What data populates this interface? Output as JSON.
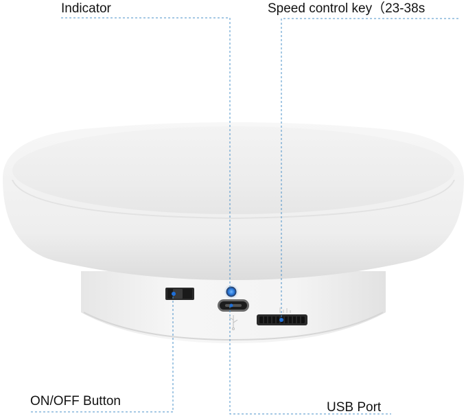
{
  "callouts": {
    "indicator": "Indicator",
    "speed_control": "Speed control key（23-38s",
    "on_off": "ON/OFF Button",
    "usb_port": "USB Port"
  },
  "colors": {
    "leader_line": "#4a90c8",
    "led_blue": "#1e6fd9",
    "body": "#f4f4f4"
  },
  "icons": {
    "usb_symbol": "usb-icon"
  }
}
